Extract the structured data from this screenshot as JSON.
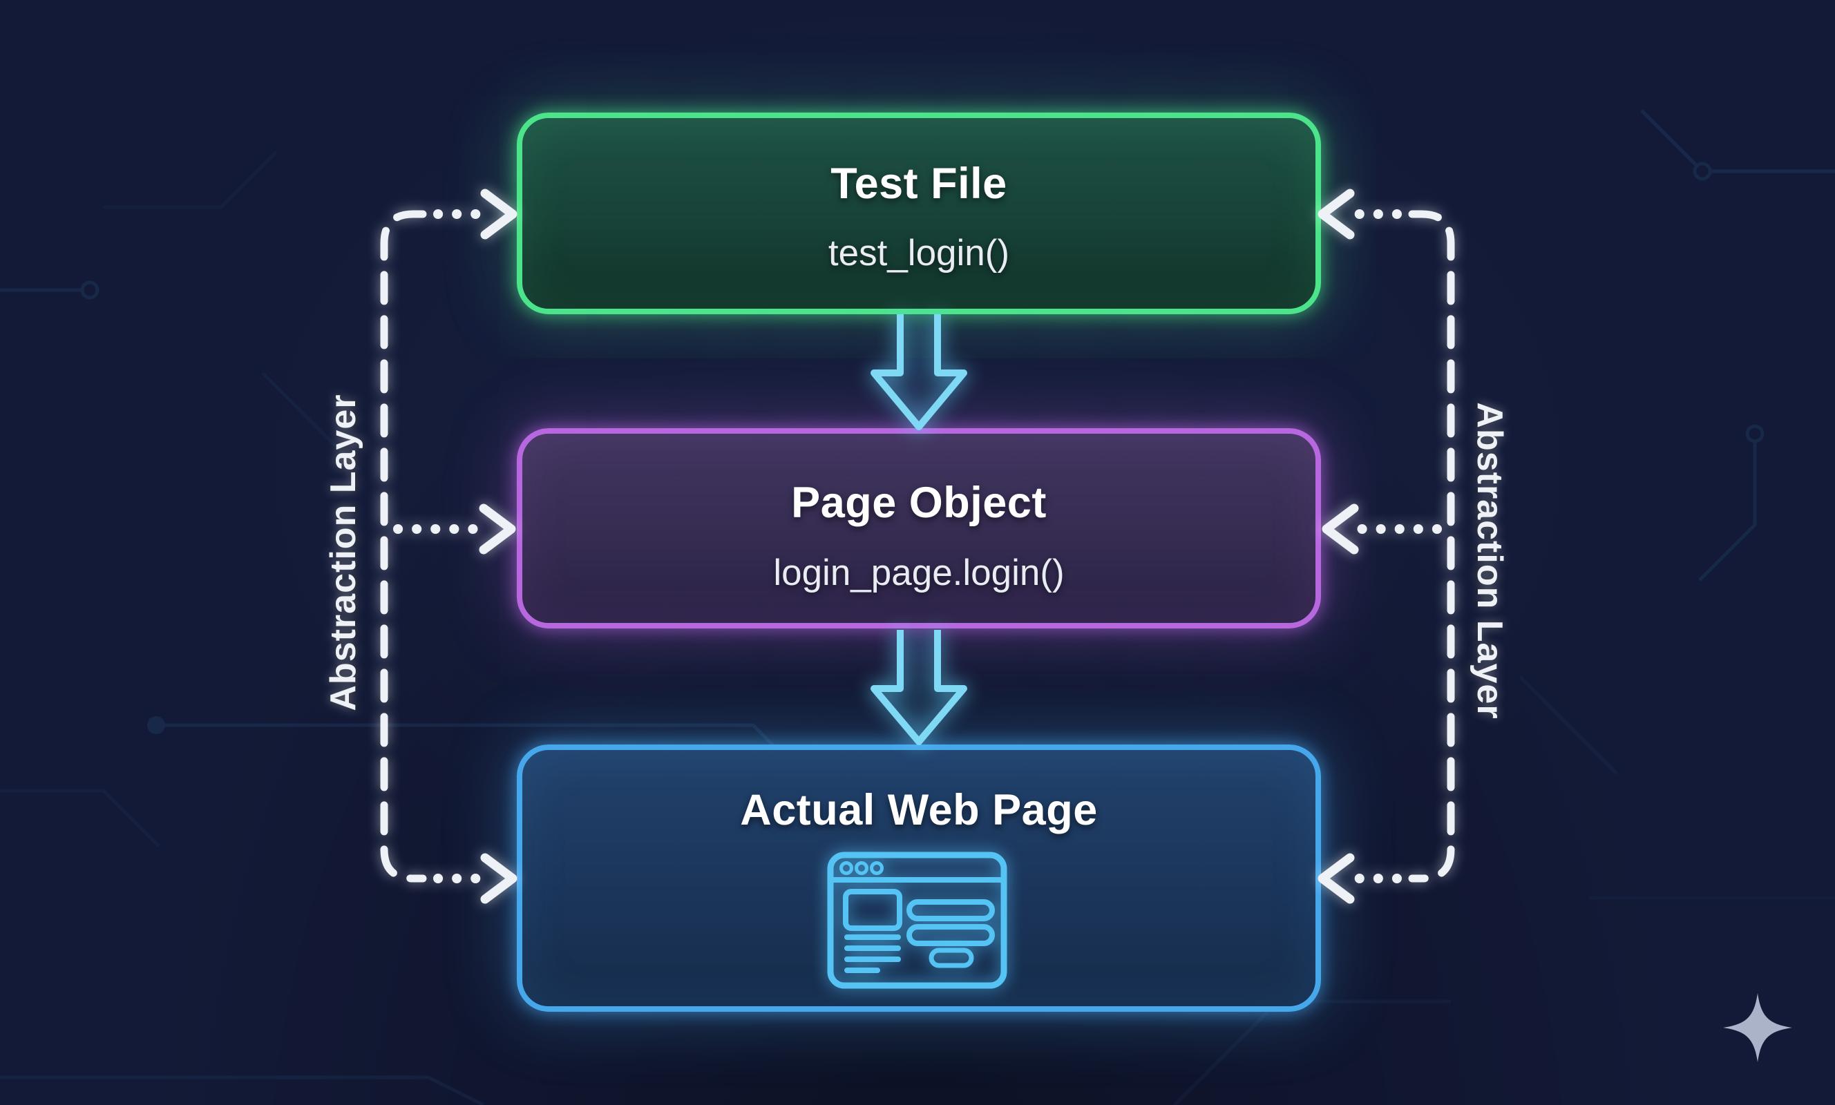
{
  "boxes": {
    "test_file": {
      "title": "Test File",
      "code": "test_login()"
    },
    "page_object": {
      "title": "Page Object",
      "code": "login_page.login()"
    },
    "actual_web_page": {
      "title": "Actual Web Page"
    }
  },
  "labels": {
    "left": "Abstraction Layer",
    "right": "Abstraction Layer"
  },
  "icons": {
    "browser": "browser-window-icon",
    "down_arrow": "down-arrow-icon",
    "sparkle": "sparkle-icon"
  },
  "colors": {
    "background": "#131a37",
    "green_border": "#4ce48a",
    "purple_border": "#b768df",
    "blue_border": "#47a7eb",
    "neon_cyan": "#7fd9f5",
    "dash_white": "#eef1f6",
    "sparkle_gray": "#aab3c7"
  }
}
